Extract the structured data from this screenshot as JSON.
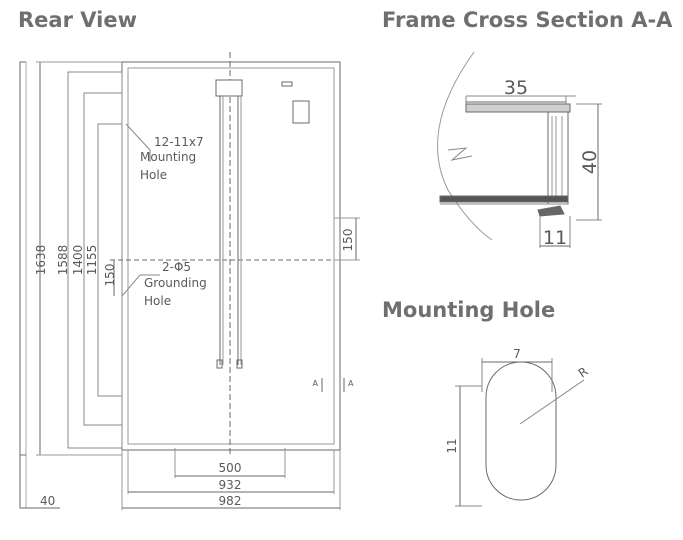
{
  "headings": {
    "rear_view": "Rear View",
    "frame_cross_section": "Frame Cross Section A-A",
    "mounting_hole": "Mounting Hole"
  },
  "rear_view": {
    "dim_height_total": "1638",
    "dim_height_inner": "1588",
    "dim_mounting_pitch": "1400",
    "dim_grounding_pitch": "1155",
    "dim_grounding_offset": "150",
    "dim_right_offset": "150",
    "dim_cable_pitch": "500",
    "dim_width_inner": "932",
    "dim_width_total": "982",
    "dim_thickness": "40",
    "mounting_hole_spec": "12-11x7",
    "mounting_hole_label_1": "Mounting",
    "mounting_hole_label_2": "Hole",
    "grounding_hole_spec": "2-Φ5",
    "grounding_hole_label_1": "Grounding",
    "grounding_hole_label_2": "Hole",
    "section_mark": "A"
  },
  "cross_section": {
    "dim_width": "35",
    "dim_height": "40",
    "dim_foot": "11"
  },
  "mounting_hole_detail": {
    "dim_width": "7",
    "dim_height": "11",
    "radius_label": "R"
  }
}
